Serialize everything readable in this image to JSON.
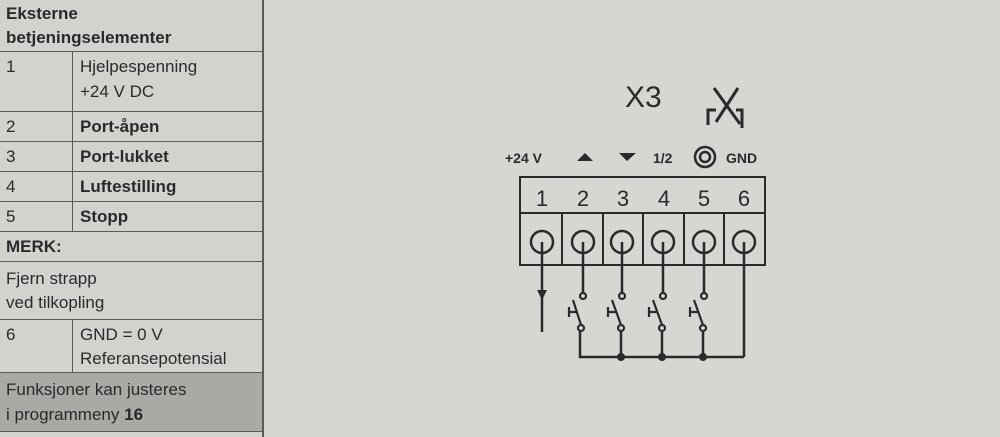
{
  "table": {
    "title_line1": "Eksterne",
    "title_line2": "betjeningselementer",
    "rows": [
      {
        "num": "1",
        "line1": "Hjelpespenning",
        "line2": "+24 V DC"
      },
      {
        "num": "2",
        "label": "Port-åpen"
      },
      {
        "num": "3",
        "label": "Port-lukket"
      },
      {
        "num": "4",
        "label": "Luftestilling"
      },
      {
        "num": "5",
        "label": "Stopp"
      }
    ],
    "note_title": "MERK:",
    "note_line1": "Fjern strapp",
    "note_line2": "ved tilkopling",
    "row6": {
      "num": "6",
      "line1": "GND = 0 V",
      "line2": "Referansepotensial"
    },
    "footer_line1": "Funksjoner kan justeres",
    "footer_line2_prefix": "i programmeny ",
    "footer_line2_bold": "16"
  },
  "diagram": {
    "connector_label": "X3",
    "labels": {
      "plus24": "+24 V",
      "half": "1/2",
      "gnd": "GND"
    },
    "terminals": [
      "1",
      "2",
      "3",
      "4",
      "5",
      "6"
    ]
  }
}
